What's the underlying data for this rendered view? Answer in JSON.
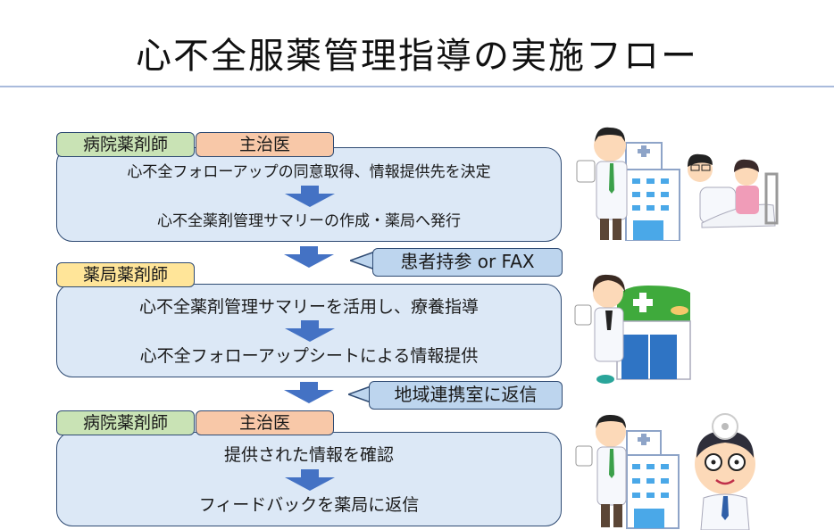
{
  "title": "心不全服薬管理指導の実施フロー",
  "colors": {
    "box_fill": "#dce8f6",
    "border": "#2f4b73",
    "arrow": "#4472c4",
    "tab_hospital_pharmacist": "#c9e3b5",
    "tab_attending_physician": "#f8c8a8",
    "tab_pharmacy_pharmacist": "#ffe599",
    "callout_fill": "#bdd5ee",
    "rule": "#a9bbdc"
  },
  "steps": [
    {
      "tabs": [
        "病院薬剤師",
        "主治医"
      ],
      "lines": [
        "心不全フォローアップの同意取得、情報提供先を決定",
        "心不全薬剤管理サマリーの作成・薬局へ発行"
      ],
      "illustration": [
        "pharmacist-with-hospital",
        "doctor-with-patient-in-bed"
      ]
    },
    {
      "tabs": [
        "薬局薬剤師"
      ],
      "lines": [
        "心不全薬剤管理サマリーを活用し、療養指導",
        "心不全フォローアップシートによる情報提供"
      ],
      "illustration": [
        "female-pharmacist-with-pharmacy"
      ]
    },
    {
      "tabs": [
        "病院薬剤師",
        "主治医"
      ],
      "lines": [
        "提供された情報を確認",
        "フィードバックを薬局に返信"
      ],
      "illustration": [
        "pharmacist-with-hospital",
        "doctor-with-head-mirror"
      ]
    }
  ],
  "callouts": [
    "患者持参 or FAX",
    "地域連携室に返信"
  ]
}
